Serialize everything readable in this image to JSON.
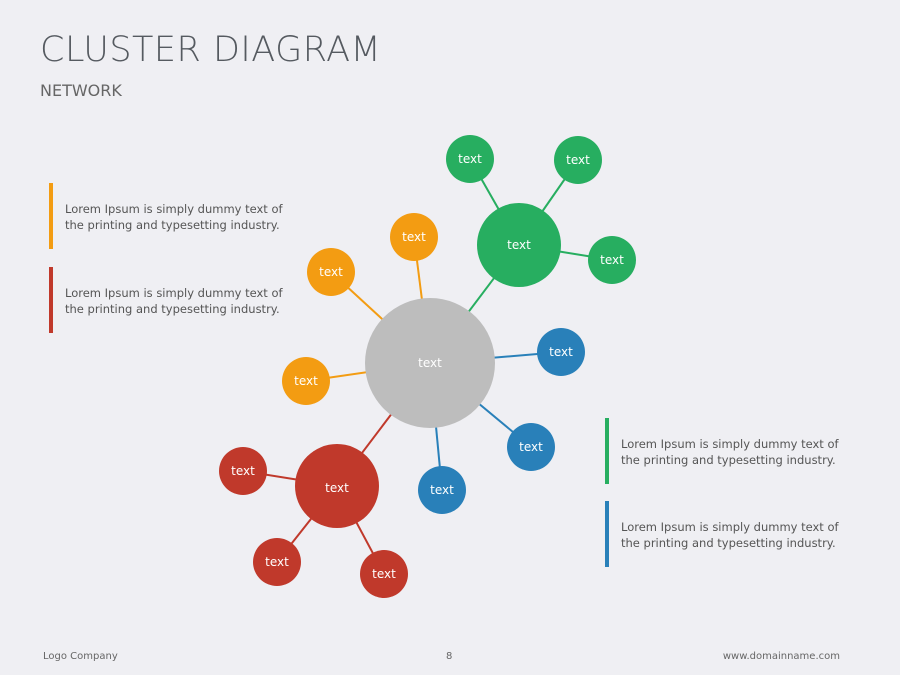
{
  "title": "CLUSTER DIAGRAM",
  "subtitle": "NETWORK",
  "colors": {
    "center": "#bdbdbd",
    "green": "#27ae60",
    "orange": "#f39c12",
    "blue": "#2980b9",
    "red": "#c0392b",
    "background": "#efeff3"
  },
  "notes": [
    {
      "text_line1": "Lorem Ipsum is simply dummy text of",
      "text_line2": "the printing and typesetting industry.",
      "color": "#f39c12"
    },
    {
      "text_line1": "Lorem Ipsum is simply dummy text of",
      "text_line2": "the printing and typesetting industry.",
      "color": "#c0392b"
    },
    {
      "text_line1": "Lorem Ipsum is simply dummy text of",
      "text_line2": "the printing and typesetting industry.",
      "color": "#27ae60"
    },
    {
      "text_line1": "Lorem Ipsum is simply dummy text of",
      "text_line2": "the printing and typesetting industry.",
      "color": "#2980b9"
    }
  ],
  "nodes": {
    "center": "text",
    "green_hub": "text",
    "green_1": "text",
    "green_2": "text",
    "green_3": "text",
    "orange_1": "text",
    "orange_2": "text",
    "orange_3": "text",
    "blue_1": "text",
    "blue_2": "text",
    "blue_3": "text",
    "red_hub": "text",
    "red_1": "text",
    "red_2": "text",
    "red_3": "text"
  },
  "footer": {
    "left": "Logo Company",
    "page": "8",
    "right": "www.domainname.com"
  }
}
